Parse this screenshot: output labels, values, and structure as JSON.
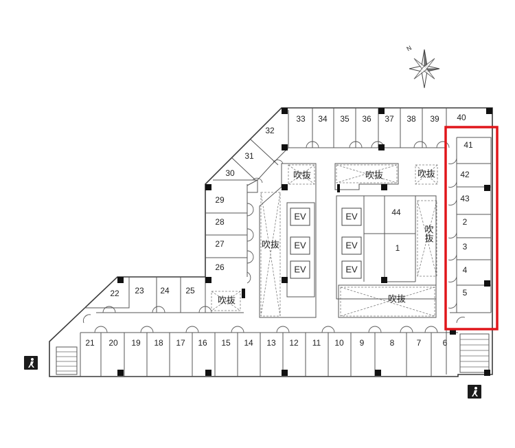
{
  "compass": {
    "label": "N"
  },
  "units": [
    {
      "id": "40",
      "label": "40"
    },
    {
      "id": "39",
      "label": "39"
    },
    {
      "id": "38",
      "label": "38"
    },
    {
      "id": "37",
      "label": "37"
    },
    {
      "id": "36",
      "label": "36"
    },
    {
      "id": "35",
      "label": "35"
    },
    {
      "id": "34",
      "label": "34"
    },
    {
      "id": "33",
      "label": "33"
    },
    {
      "id": "32",
      "label": "32"
    },
    {
      "id": "31",
      "label": "31"
    },
    {
      "id": "30",
      "label": "30"
    },
    {
      "id": "29",
      "label": "29"
    },
    {
      "id": "28",
      "label": "28"
    },
    {
      "id": "27",
      "label": "27"
    },
    {
      "id": "26",
      "label": "26"
    },
    {
      "id": "25",
      "label": "25"
    },
    {
      "id": "24",
      "label": "24"
    },
    {
      "id": "23",
      "label": "23"
    },
    {
      "id": "22",
      "label": "22"
    },
    {
      "id": "21",
      "label": "21"
    },
    {
      "id": "20",
      "label": "20"
    },
    {
      "id": "19",
      "label": "19"
    },
    {
      "id": "18",
      "label": "18"
    },
    {
      "id": "17",
      "label": "17"
    },
    {
      "id": "16",
      "label": "16"
    },
    {
      "id": "15",
      "label": "15"
    },
    {
      "id": "14",
      "label": "14"
    },
    {
      "id": "13",
      "label": "13"
    },
    {
      "id": "12",
      "label": "12"
    },
    {
      "id": "11",
      "label": "11"
    },
    {
      "id": "10",
      "label": "10"
    },
    {
      "id": "9",
      "label": "9"
    },
    {
      "id": "8",
      "label": "8"
    },
    {
      "id": "7",
      "label": "7"
    },
    {
      "id": "6",
      "label": "6"
    },
    {
      "id": "41",
      "label": "41"
    },
    {
      "id": "42",
      "label": "42"
    },
    {
      "id": "43",
      "label": "43"
    },
    {
      "id": "2",
      "label": "2"
    },
    {
      "id": "3",
      "label": "3"
    },
    {
      "id": "4",
      "label": "4"
    },
    {
      "id": "5",
      "label": "5"
    },
    {
      "id": "44",
      "label": "44"
    },
    {
      "id": "1",
      "label": "1"
    }
  ],
  "voids": [
    {
      "id": "void-north-left",
      "label": "吹抜"
    },
    {
      "id": "void-north-center",
      "label": "吹抜"
    },
    {
      "id": "void-north-right",
      "label": "吹抜"
    },
    {
      "id": "void-west",
      "label": "吹抜"
    },
    {
      "id": "void-east",
      "label": "吹抜"
    },
    {
      "id": "void-south",
      "label": "吹抜"
    },
    {
      "id": "void-small-west",
      "label": "吹抜"
    }
  ],
  "elevators": [
    {
      "id": "ev-1",
      "label": "EV"
    },
    {
      "id": "ev-2",
      "label": "EV"
    },
    {
      "id": "ev-3",
      "label": "EV"
    },
    {
      "id": "ev-4",
      "label": "EV"
    },
    {
      "id": "ev-5",
      "label": "EV"
    },
    {
      "id": "ev-6",
      "label": "EV"
    }
  ],
  "highlight": {
    "color": "#e0161b",
    "units": [
      "41",
      "42",
      "43",
      "2",
      "3",
      "4",
      "5"
    ]
  },
  "exit_signs": [
    {
      "icon": "emergency-exit-icon"
    },
    {
      "icon": "emergency-exit-icon"
    }
  ],
  "colors": {
    "walls": "#3a3a3a",
    "columns": "#111111",
    "highlight": "#e0161b"
  }
}
